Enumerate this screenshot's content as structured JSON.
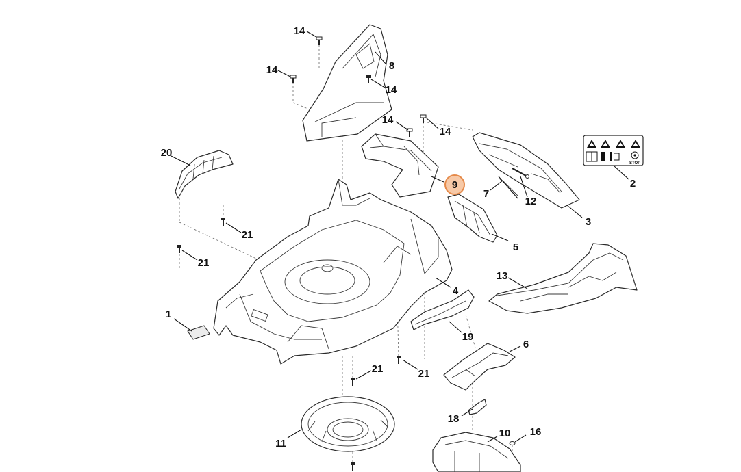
{
  "callouts": {
    "c1": "1",
    "c2": "2",
    "c3": "3",
    "c4": "4",
    "c5": "5",
    "c6": "6",
    "c7": "7",
    "c8": "8",
    "c9": "9",
    "c10": "10",
    "c11": "11",
    "c12": "12",
    "c13": "13",
    "c14a": "14",
    "c14b": "14",
    "c14c": "14",
    "c14d": "14",
    "c14e": "14",
    "c16": "16",
    "c18": "18",
    "c19": "19",
    "c20": "20",
    "c21a": "21",
    "c21b": "21",
    "c21c": "21",
    "c21d": "21"
  },
  "decal": {
    "stop_label": "STOP"
  },
  "colors": {
    "highlight_fill": "#f7c9a7",
    "highlight_stroke": "#e58a4a",
    "line": "#111111"
  }
}
